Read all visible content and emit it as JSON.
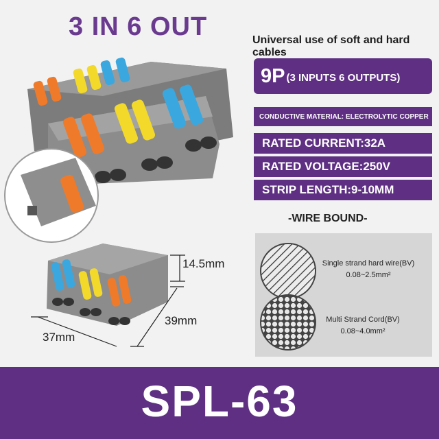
{
  "header": {
    "title": "3 IN 6 OUT"
  },
  "info": {
    "universal": "Universal use of soft and hard cables",
    "model_code": "9P",
    "model_desc": "(3 INPUTS 6 OUTPUTS)",
    "specs": [
      "CONDUCTIVE MATERIAL: ELECTROLYTIC COPPER",
      "RATED CURRENT:32A",
      "RATED VOLTAGE:250V",
      "STRIP LENGTH:9-10MM"
    ]
  },
  "wire_bound": {
    "title": "-WIRE BOUND-",
    "single_label": "Single strand hard wire(BV)",
    "single_range": "0.08~2.5mm²",
    "multi_label": "Multi Strand Cord(BV)",
    "multi_range": "0.08~4.0mm²"
  },
  "dimensions": {
    "height": "14.5mm",
    "depth": "39mm",
    "width": "37mm"
  },
  "footer": {
    "model": "SPL-63"
  },
  "colors": {
    "accent": "#5e2f82",
    "title": "#6a3a8f",
    "orange": "#f07a28",
    "yellow": "#f5dc28",
    "blue": "#3aa8e0",
    "body": "#8a8a8a"
  }
}
